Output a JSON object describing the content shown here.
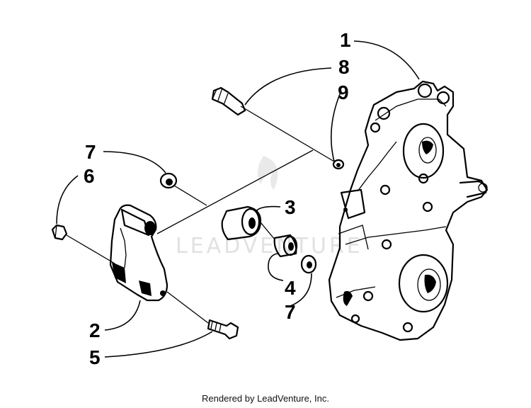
{
  "diagram": {
    "callouts": {
      "c1": "1",
      "c8": "8",
      "c9": "9",
      "c7a": "7",
      "c6": "6",
      "c3": "3",
      "c4": "4",
      "c7b": "7",
      "c2": "2",
      "c5": "5"
    },
    "watermark": "LEADVENTURE",
    "footer": "Rendered by LeadVenture, Inc."
  }
}
